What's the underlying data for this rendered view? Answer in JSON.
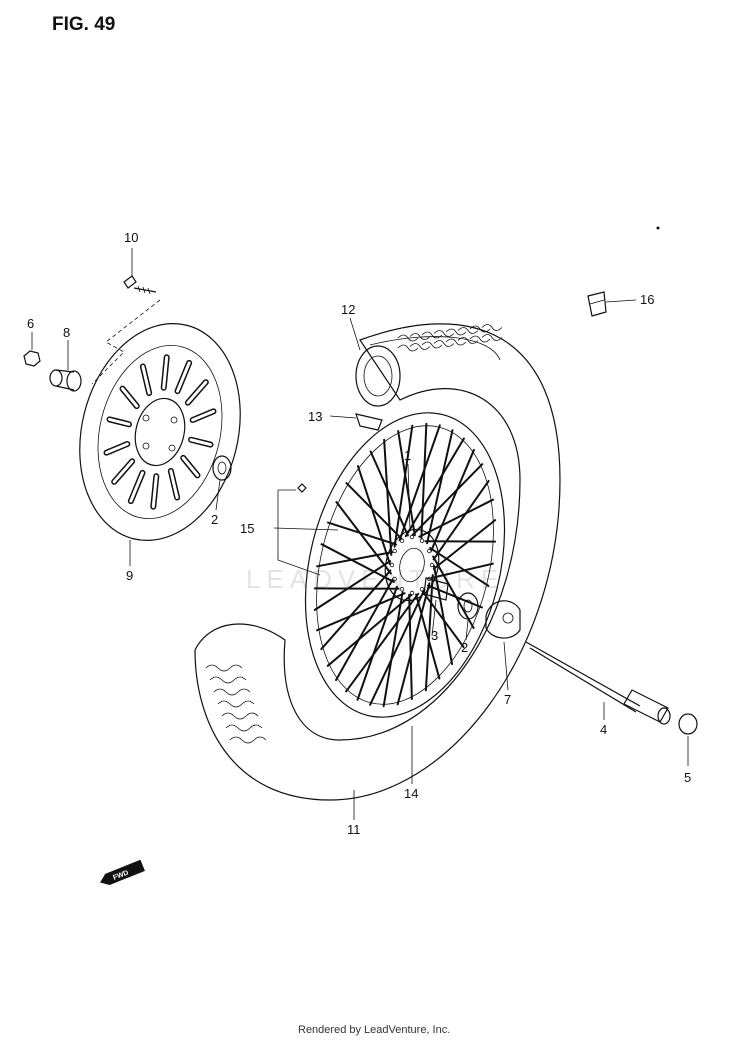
{
  "figure": {
    "title": "FIG. 49",
    "watermark": "LEADVENTURE",
    "credit": "Rendered by LeadVenture, Inc.",
    "fwd_label": "FWD"
  },
  "callouts": {
    "p1": "1",
    "p2a": "2",
    "p2b": "2",
    "p3": "3",
    "p4": "4",
    "p5": "5",
    "p6": "6",
    "p7": "7",
    "p8": "8",
    "p9": "9",
    "p10": "10",
    "p11": "11",
    "p12": "12",
    "p13": "13",
    "p14": "14",
    "p15": "15",
    "p16": "16"
  },
  "colors": {
    "ink": "#111111",
    "paper": "#ffffff"
  }
}
